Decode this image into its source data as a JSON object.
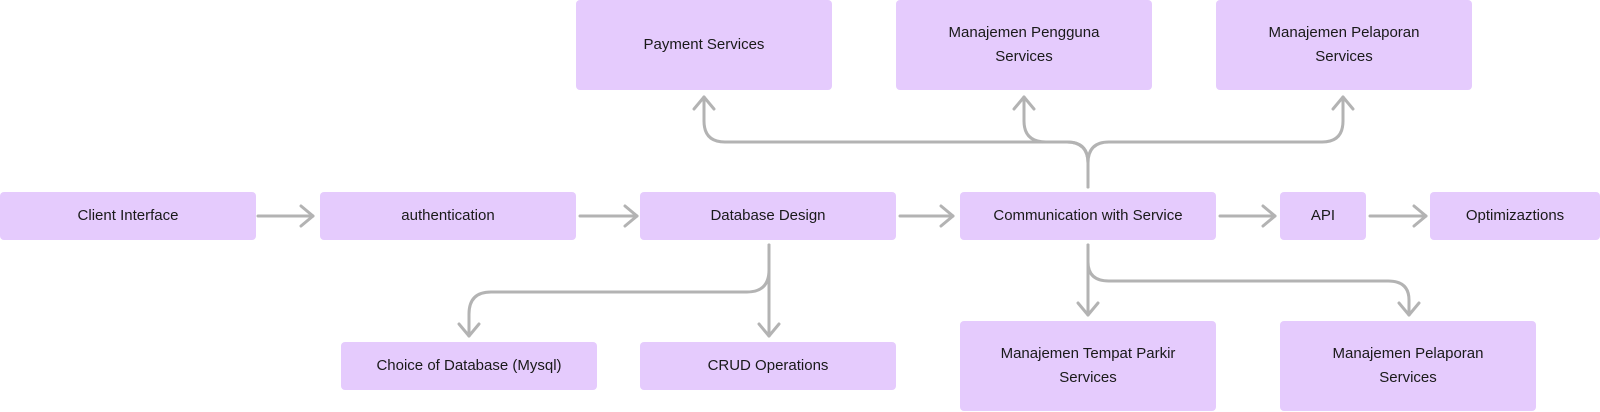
{
  "colors": {
    "node_fill": "#e5cbfd",
    "edge": "#b3b3b3",
    "text": "#1a1a1a"
  },
  "nodes": {
    "client_interface": "Client Interface",
    "authentication": "authentication",
    "database_design": "Database Design",
    "communication": "Communication with Service",
    "api": "API",
    "optimizations": "Optimizaztions",
    "payment": "Payment Services",
    "user_mgmt": {
      "line1": "Manajemen Pengguna",
      "line2": "Services"
    },
    "report_top": {
      "line1": "Manajemen Pelaporan",
      "line2": "Services"
    },
    "choice_db": "Choice of Database (Mysql)",
    "crud": "CRUD Operations",
    "parking": {
      "line1": "Manajemen Tempat Parkir",
      "line2": "Services"
    },
    "report_bottom": {
      "line1": "Manajemen Pelaporan",
      "line2": "Services"
    }
  },
  "edges": [
    {
      "from": "client_interface",
      "to": "authentication"
    },
    {
      "from": "authentication",
      "to": "database_design"
    },
    {
      "from": "database_design",
      "to": "communication"
    },
    {
      "from": "communication",
      "to": "api"
    },
    {
      "from": "api",
      "to": "optimizations"
    },
    {
      "from": "communication",
      "to": "payment"
    },
    {
      "from": "communication",
      "to": "user_mgmt"
    },
    {
      "from": "communication",
      "to": "report_top"
    },
    {
      "from": "database_design",
      "to": "choice_db"
    },
    {
      "from": "database_design",
      "to": "crud"
    },
    {
      "from": "communication",
      "to": "parking"
    },
    {
      "from": "communication",
      "to": "report_bottom"
    }
  ]
}
